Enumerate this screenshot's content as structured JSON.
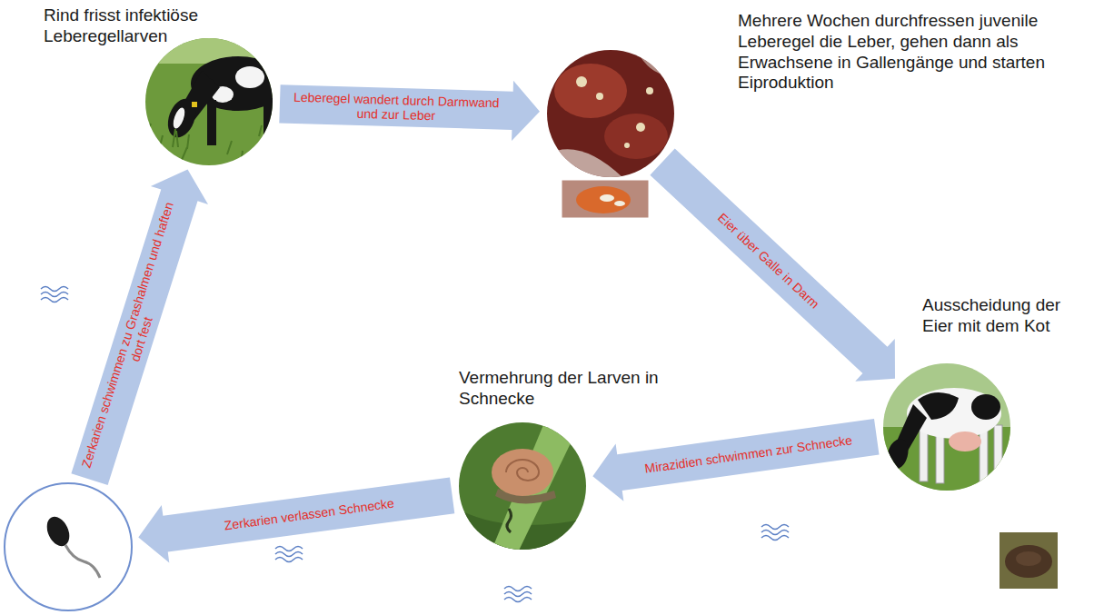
{
  "diagram": {
    "nodes": [
      {
        "text": [
          "Rind frisst infektiöse Leberegellarven"
        ]
      },
      {
        "text": [
          "Mehrere Wochen durchfressen juvenile Leberegel die Leber, gehen dann als Erwachsene in Gallengänge und starten Eiproduktion"
        ]
      },
      {
        "text": [
          "Ausscheidung der Eier mit dem Kot"
        ]
      },
      {
        "text": [
          "Vermehrung der Larven in Schnecke"
        ]
      },
      {
        "text": []
      }
    ],
    "edges": [
      {
        "from": 0,
        "to": 1,
        "label": "Leberegel wandert durch Darmwand und zur Leber",
        "arrow": "to"
      },
      {
        "from": 1,
        "to": 2,
        "label": "Eier über Galle in Darm",
        "arrow": "to"
      },
      {
        "from": 2,
        "to": 3,
        "label": "Mirazidien schwimmen zur Schnecke",
        "arrow": "to"
      },
      {
        "from": 3,
        "to": 4,
        "label": "Zerkarien verlassen Schnecke",
        "arrow": "to"
      },
      {
        "from": 4,
        "to": 0,
        "label": "Zerkarien schwimmen zu Grashalmen und haften dort fest",
        "arrow": "to"
      }
    ]
  }
}
